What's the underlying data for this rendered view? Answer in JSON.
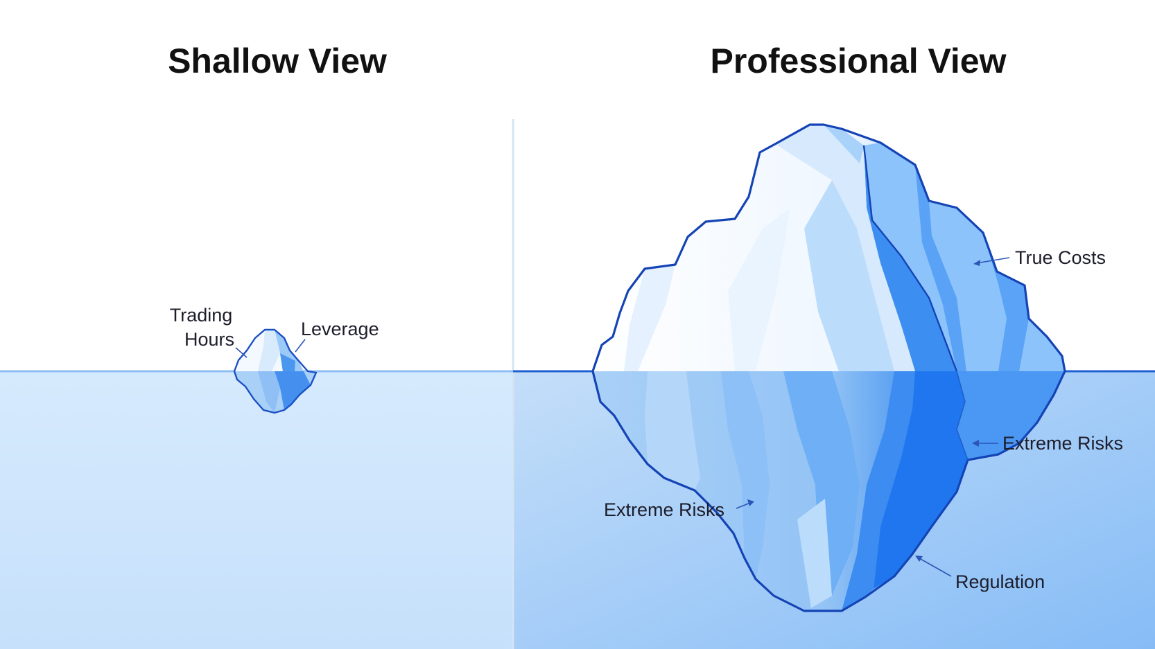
{
  "panels": {
    "left": {
      "title": "Shallow View",
      "labels": {
        "trading_line1": "Trading",
        "trading_line2": "Hours",
        "leverage": "Leverage"
      }
    },
    "right": {
      "title": "Professional View",
      "labels": {
        "true_costs": "True Costs",
        "extreme_risks_right": "Extreme Risks",
        "extreme_risks_left": "Extreme Risks",
        "regulation": "Regulation"
      }
    }
  },
  "colors": {
    "water_light": "#cfe6fc",
    "water_deep": "#8ec4f8",
    "outline": "#1443b5",
    "ice_highlight": "#ffffff",
    "ice_mid": "#a9d2fb",
    "ice_dark": "#3a8ef2"
  }
}
